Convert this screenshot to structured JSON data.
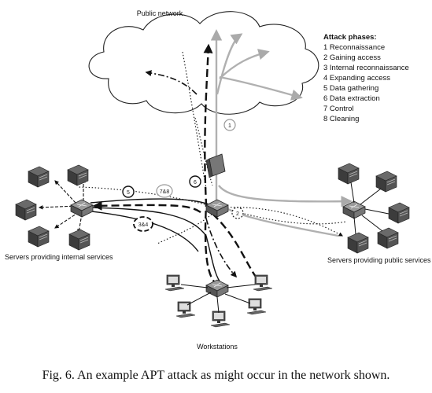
{
  "diagram": {
    "public_network_label": "Public network",
    "attack_phases": {
      "title": "Attack phases:",
      "items": [
        "1 Reconnaissance",
        "2 Gaining access",
        "3 Internal reconnaissance",
        "4 Expanding access",
        "5 Data gathering",
        "6 Data extraction",
        "7 Control",
        "8 Cleaning"
      ]
    },
    "phase_badges": {
      "b1": "1",
      "b2": "2",
      "b34": "3&4",
      "b5": "5",
      "b6": "6",
      "b78": "7&8"
    },
    "internal_servers_label": "Servers providing internal services",
    "public_servers_label": "Servers providing public services",
    "workstations_label": "Workstations"
  },
  "caption": "Fig. 6. An example APT attack as might occur in the network shown."
}
